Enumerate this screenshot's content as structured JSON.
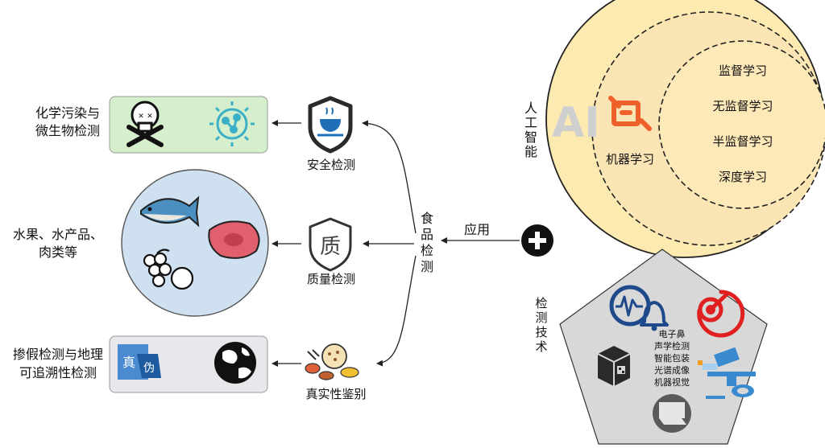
{
  "left": {
    "safety_target": [
      "化学污染与",
      "微生物检测"
    ],
    "quality_target": [
      "水果、水产品、",
      "肉类等"
    ],
    "auth_target": [
      "掺假检测与地理",
      "可追溯性检测"
    ],
    "auth_tag_a": "真",
    "auth_tag_b": "伪"
  },
  "middle": {
    "safety_label": "安全检测",
    "quality_label": "质量检测",
    "quality_icon_glyph": "质",
    "auth_label": "真实性鉴别",
    "food_label": [
      "食",
      "品",
      "检",
      "测"
    ],
    "apply_label": "应用"
  },
  "ai": {
    "vertical_label": [
      "人",
      "工",
      "智",
      "能"
    ],
    "watermark": "AI",
    "ml_label": "机器学习",
    "ml_items": [
      "监督学习",
      "无监督学习",
      "半监督学习",
      "深度学习"
    ],
    "colors": {
      "outer": "#fdeab0",
      "inner": "#fbe5b5",
      "ml_icon": "#f0602a"
    }
  },
  "tech": {
    "vertical_label": [
      "检",
      "测",
      "技",
      "术"
    ],
    "items": [
      "电子鼻",
      "声学检测",
      "智能包装",
      "光谱成像",
      "机器视觉"
    ],
    "colors": {
      "pentagon": "#d8d8d8",
      "blue": "#1e4a8c",
      "red": "#e02020"
    }
  },
  "colors": {
    "safety_box": "#d5eecb",
    "quality_circle": "#cfe0f0",
    "auth_box": "#e8e8ec",
    "virus": "#3ab0c8",
    "meat": "#e0606e"
  }
}
